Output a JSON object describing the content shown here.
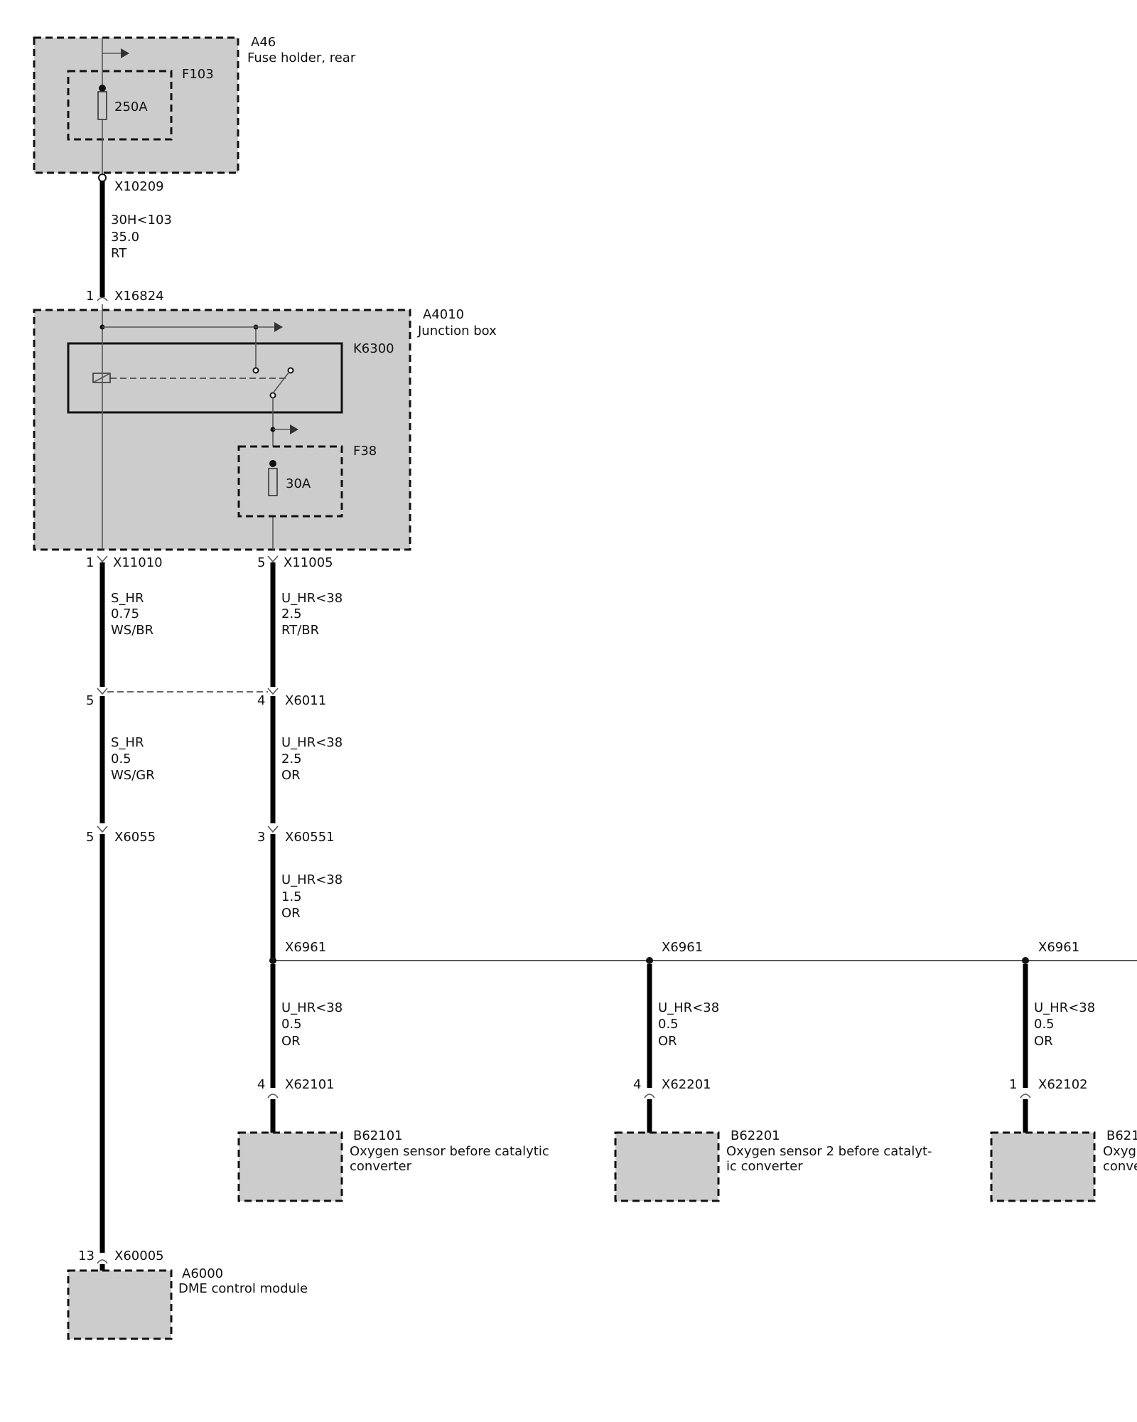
{
  "components": {
    "a46": {
      "id": "A46",
      "name": "Fuse holder, rear"
    },
    "f103": {
      "id": "F103",
      "rating": "250A"
    },
    "a4010": {
      "id": "A4010",
      "name": "Junction box"
    },
    "k6300": {
      "id": "K6300"
    },
    "f38": {
      "id": "F38",
      "rating": "30A"
    },
    "b62101": {
      "id": "B62101",
      "name_line1": "Oxygen sensor before catalytic",
      "name_line2": "converter"
    },
    "b62201": {
      "id": "B62201",
      "name_line1": "Oxygen sensor 2 before catalyt-",
      "name_line2": "ic converter"
    },
    "b621xx": {
      "id": "B621",
      "name_line1": "Oxyg",
      "name_line2": "conve"
    },
    "a6000": {
      "id": "A6000",
      "name": "DME control module"
    }
  },
  "connectors": {
    "x10209": {
      "id": "X10209"
    },
    "x16824": {
      "id": "X16824",
      "pin": "1"
    },
    "x11010": {
      "id": "X11010",
      "pin": "1"
    },
    "x11005": {
      "id": "X11005",
      "pin": "5"
    },
    "x6011_left": {
      "pin": "5"
    },
    "x6011": {
      "id": "X6011",
      "pin": "4"
    },
    "x6055": {
      "id": "X6055",
      "pin": "5"
    },
    "x60551": {
      "id": "X60551",
      "pin": "3"
    },
    "x6961_1": {
      "id": "X6961"
    },
    "x6961_2": {
      "id": "X6961"
    },
    "x6961_3": {
      "id": "X6961"
    },
    "x62101": {
      "id": "X62101",
      "pin": "4"
    },
    "x62201": {
      "id": "X62201",
      "pin": "4"
    },
    "x62102": {
      "id": "X62102",
      "pin": "1"
    },
    "x60005": {
      "id": "X60005",
      "pin": "13"
    }
  },
  "wires": {
    "w_30h": {
      "signal": "30H<103",
      "gauge": "35.0",
      "color": "RT"
    },
    "w_shr1": {
      "signal": "S_HR",
      "gauge": "0.75",
      "color": "WS/BR"
    },
    "w_uhr1": {
      "signal": "U_HR<38",
      "gauge": "2.5",
      "color": "RT/BR"
    },
    "w_shr2": {
      "signal": "S_HR",
      "gauge": "0.5",
      "color": "WS/GR"
    },
    "w_uhr2": {
      "signal": "U_HR<38",
      "gauge": "2.5",
      "color": "OR"
    },
    "w_uhr3": {
      "signal": "U_HR<38",
      "gauge": "1.5",
      "color": "OR"
    },
    "w_uhr4": {
      "signal": "U_HR<38",
      "gauge": "0.5",
      "color": "OR"
    },
    "w_uhr5": {
      "signal": "U_HR<38",
      "gauge": "0.5",
      "color": "OR"
    },
    "w_uhr6": {
      "signal": "U_HR<38",
      "gauge": "0.5",
      "color": "OR"
    }
  }
}
